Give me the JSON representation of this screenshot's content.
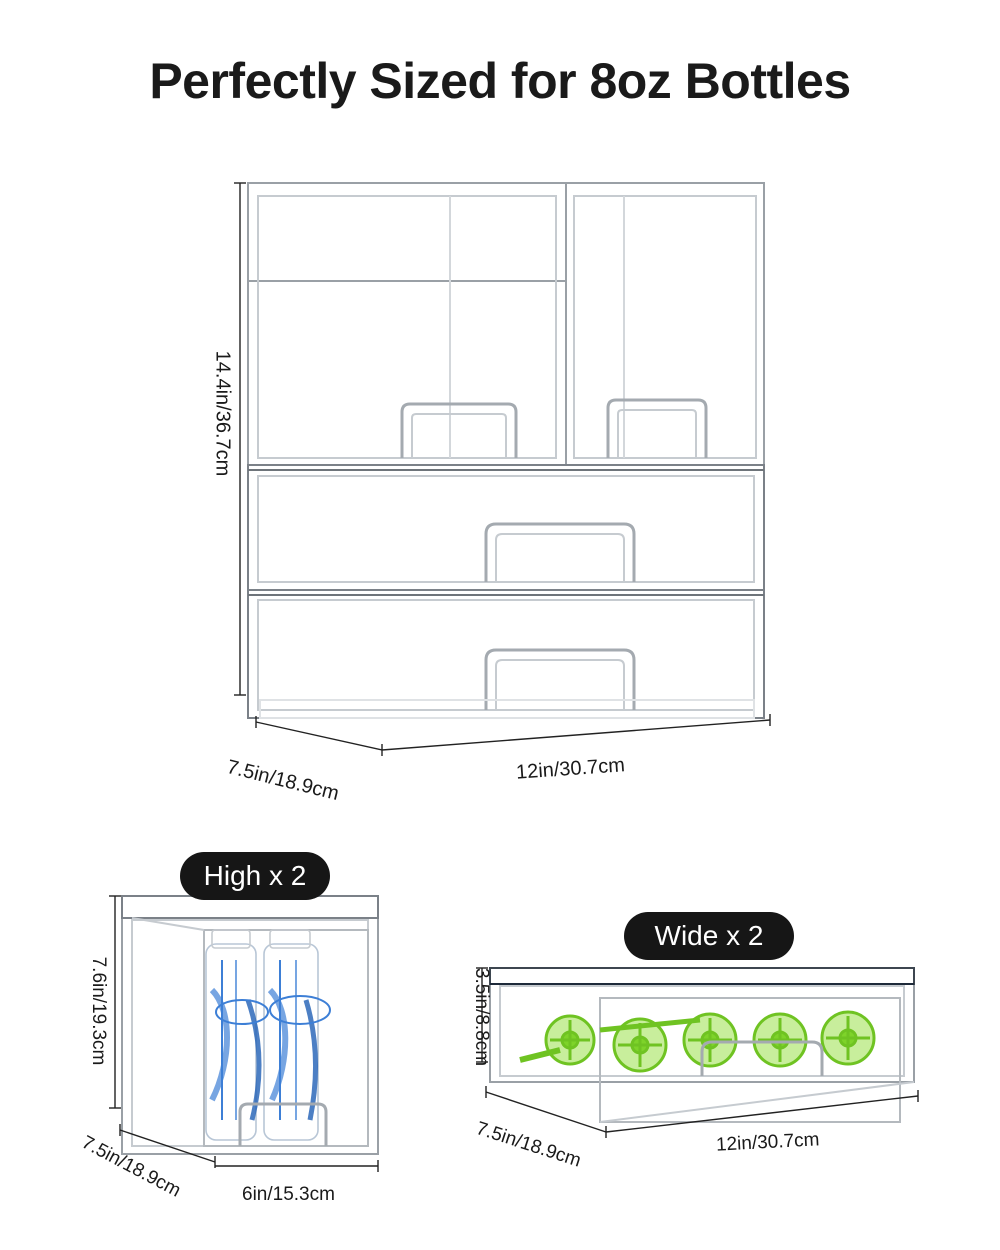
{
  "title": "Perfectly Sized for 8oz Bottles",
  "stack": {
    "height_label": "14.4in/36.7cm",
    "depth_label": "7.5in/18.9cm",
    "width_label": "12in/30.7cm"
  },
  "high": {
    "badge": "High x 2",
    "height_label": "7.6in/19.3cm",
    "depth_label": "7.5in/18.9cm",
    "width_label": "6in/15.3cm"
  },
  "wide": {
    "badge": "Wide x 2",
    "height_label": "3.5in/8.8cm",
    "depth_label": "7.5in/18.9cm",
    "width_label": "12in/30.7cm"
  },
  "colors": {
    "line": "#9aa0a6",
    "dim_line": "#222222",
    "accent_blue": "#3d7fd6",
    "accent_green": "#7ed32a",
    "pill": "#161616"
  }
}
